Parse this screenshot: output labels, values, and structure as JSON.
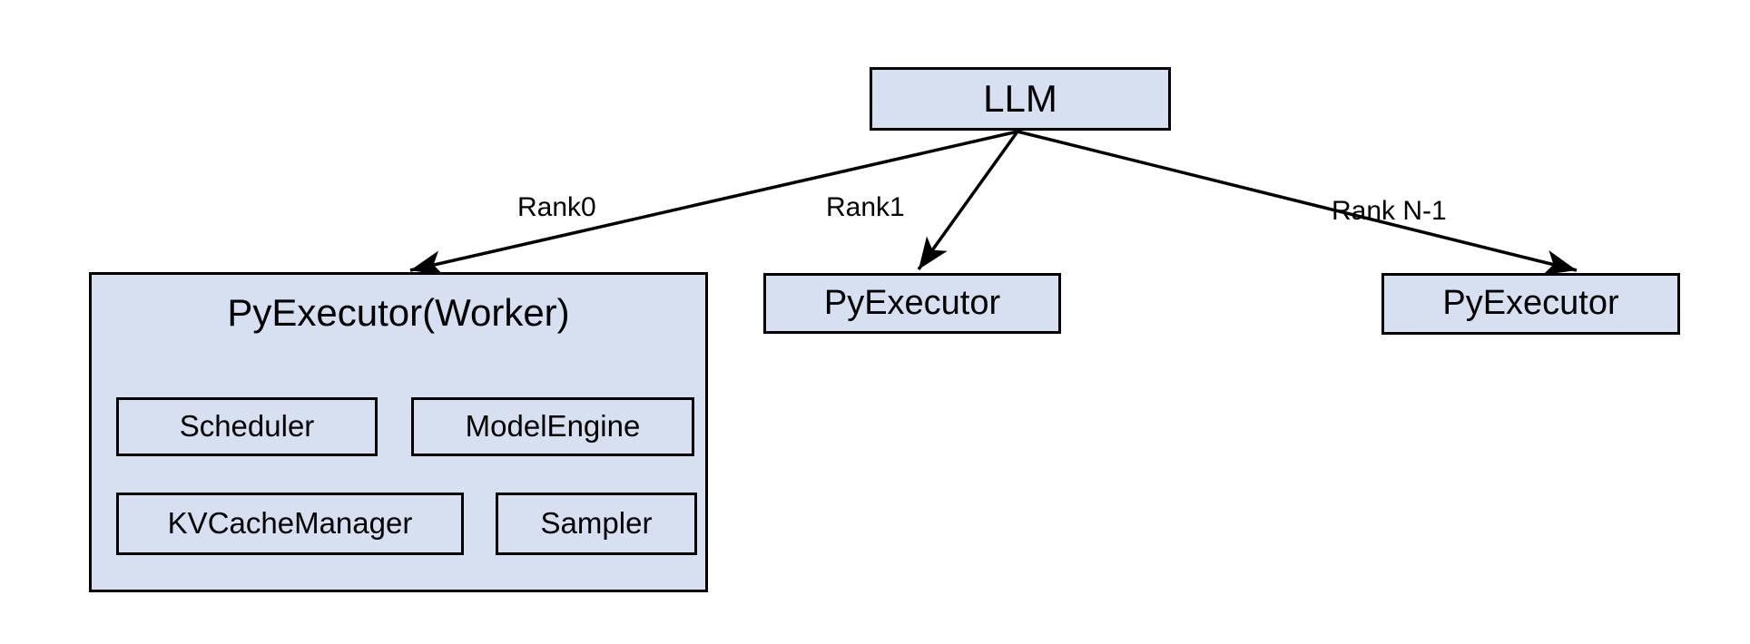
{
  "diagram": {
    "title": "LLM multi-rank PyExecutor architecture",
    "background_color": "#ffffff",
    "node_fill_color": "#d6e0f0",
    "node_stroke_color": "#000000",
    "nodes": {
      "llm": {
        "label": "LLM"
      },
      "worker": {
        "label": "PyExecutor(Worker)",
        "children": [
          {
            "label": "Scheduler"
          },
          {
            "label": "ModelEngine"
          },
          {
            "label": "KVCacheManager"
          },
          {
            "label": "Sampler"
          }
        ]
      },
      "executor_middle": {
        "label": "PyExecutor"
      },
      "executor_right": {
        "label": "PyExecutor"
      }
    },
    "edges": [
      {
        "from": "LLM",
        "to": "PyExecutor(Worker)",
        "label": "Rank0"
      },
      {
        "from": "LLM",
        "to": "PyExecutor",
        "label": "Rank1"
      },
      {
        "from": "LLM",
        "to": "PyExecutor",
        "label": "Rank N-1"
      }
    ]
  }
}
